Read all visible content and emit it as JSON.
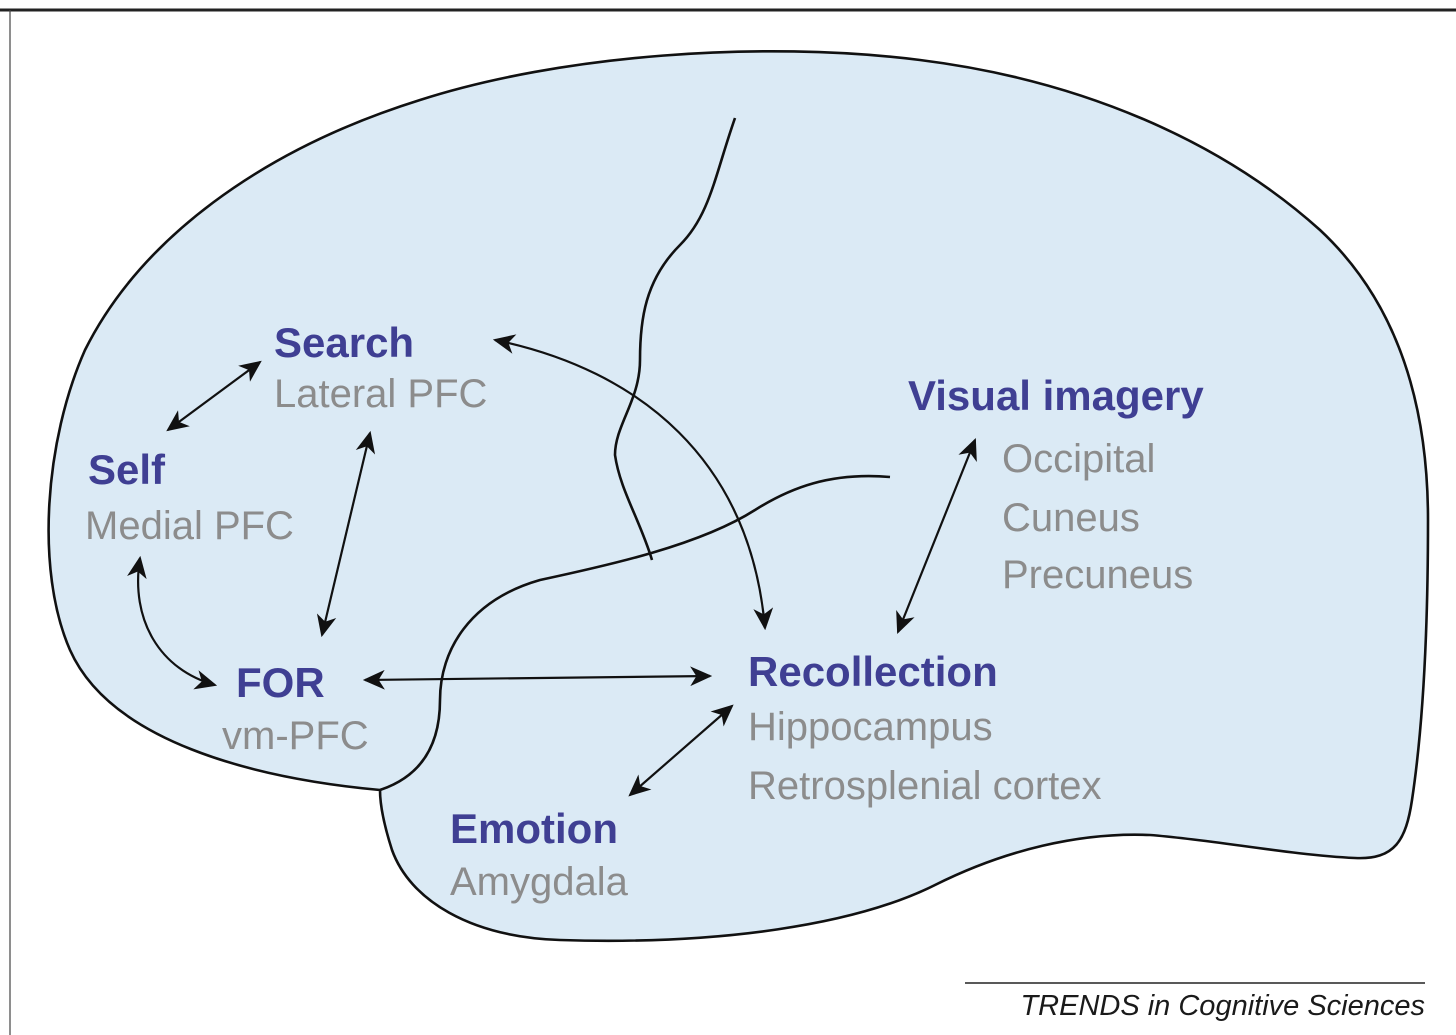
{
  "diagram": {
    "nodes": {
      "search": {
        "label": "Search",
        "region": "Lateral PFC"
      },
      "self": {
        "label": "Self",
        "region": "Medial PFC"
      },
      "for": {
        "label": "FOR",
        "region": "vm-PFC"
      },
      "recollection": {
        "label": "Recollection",
        "regions": [
          "Hippocampus",
          "Retrosplenial cortex"
        ]
      },
      "visual_imagery": {
        "label": "Visual imagery",
        "regions": [
          "Occipital",
          "Cuneus",
          "Precuneus"
        ]
      },
      "emotion": {
        "label": "Emotion",
        "region": "Amygdala"
      }
    },
    "connections": [
      [
        "self",
        "search"
      ],
      [
        "search",
        "for"
      ],
      [
        "self",
        "for"
      ],
      [
        "for",
        "recollection"
      ],
      [
        "search",
        "recollection"
      ],
      [
        "recollection",
        "visual_imagery"
      ],
      [
        "recollection",
        "emotion"
      ]
    ],
    "source": "TRENDS in Cognitive Sciences",
    "colors": {
      "brain_fill": "#dbeaf5",
      "function_label": "#3f3f93",
      "region_label": "#8c8c8c",
      "outline": "#111111"
    }
  }
}
